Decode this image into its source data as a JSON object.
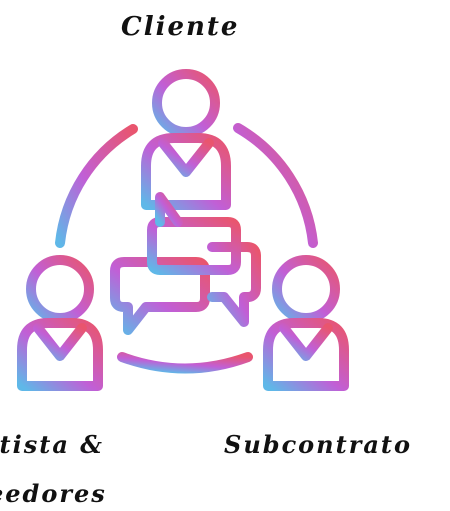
{
  "labels": {
    "top": "Cliente",
    "left_line1": "atista &",
    "left_line2": "eedores",
    "right": "Subcontrato"
  },
  "colors": {
    "gradient_top_right": "#e9556e",
    "gradient_middle": "#c15fd6",
    "gradient_bottom_left": "#5fb8e8",
    "text": "#111111"
  },
  "icons": {
    "top_person": "person-icon",
    "left_person": "person-icon",
    "right_person": "person-icon",
    "center": "chat-bubbles-icon"
  }
}
